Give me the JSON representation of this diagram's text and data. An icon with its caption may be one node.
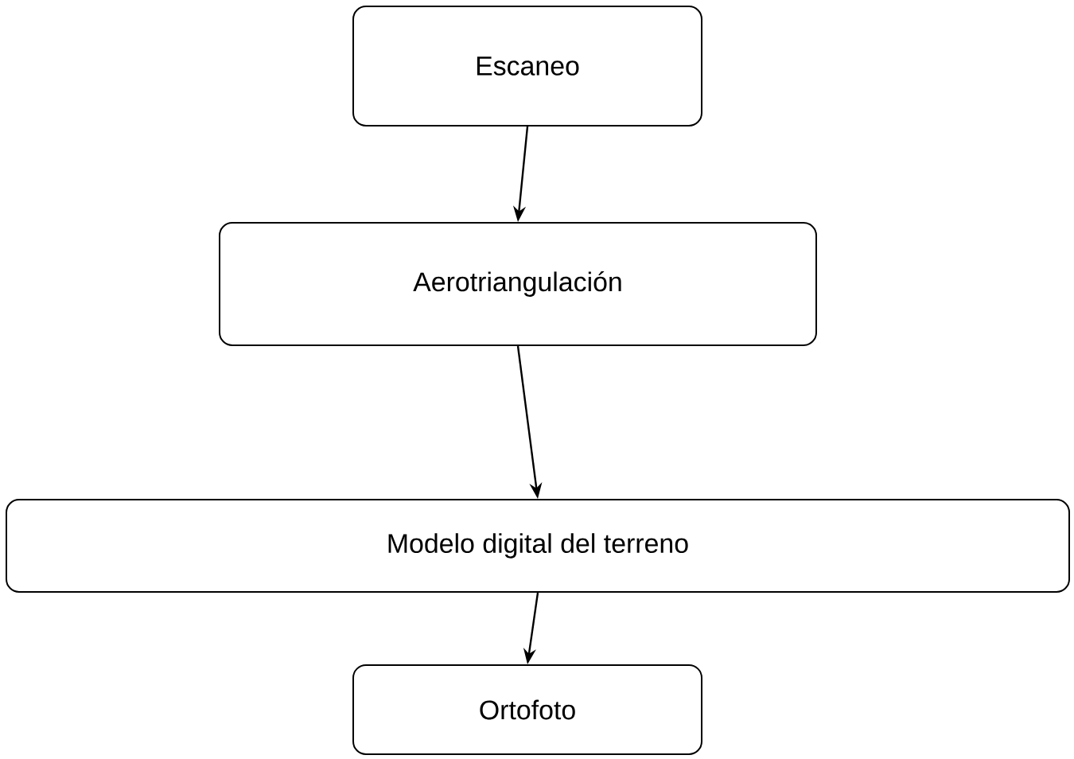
{
  "diagram": {
    "nodes": [
      {
        "text": [
          "Escaneo"
        ]
      },
      {
        "text": [
          "Aerotriangulación"
        ]
      },
      {
        "text": [
          "Modelo digital del terreno"
        ]
      },
      {
        "text": [
          "Ortofoto"
        ]
      }
    ],
    "edges": [
      {
        "from": 0,
        "to": 1,
        "arrow": "to"
      },
      {
        "from": 1,
        "to": 2,
        "arrow": "to"
      },
      {
        "from": 2,
        "to": 3,
        "arrow": "to"
      }
    ]
  }
}
